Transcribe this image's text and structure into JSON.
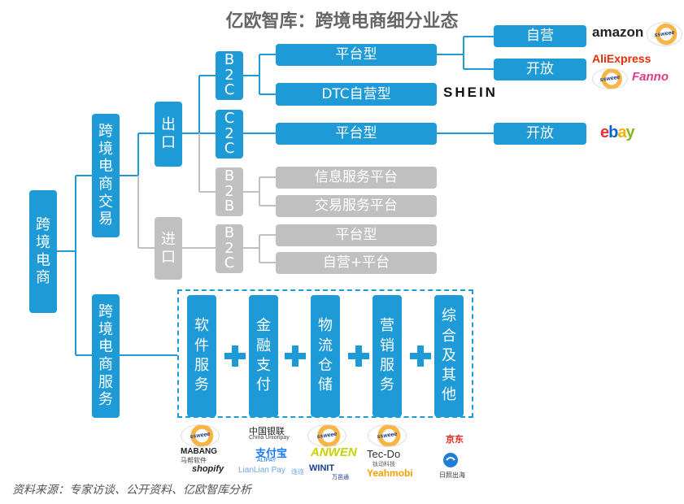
{
  "title": "亿欧智库：跨境电商细分业态",
  "root": "跨境电商",
  "trade": "跨境电商交易",
  "services": "跨境电商服务",
  "export": "出口",
  "import": "进口",
  "b2c": "B2C",
  "c2c": "C2C",
  "b2b": "B2B",
  "import_b2c": "B2C",
  "platform": "平台型",
  "dtc": "DTC自营型",
  "c2c_platform": "平台型",
  "info_platform": "信息服务平台",
  "trade_platform": "交易服务平台",
  "import_platform": "平台型",
  "self_plus_platform": "自营+平台",
  "self_operated": "自营",
  "open": "开放",
  "c2c_open": "开放",
  "service_items": [
    "软件服务",
    "金融支付",
    "物流仓储",
    "营销服务",
    "综合及其他"
  ],
  "brands": {
    "amazon": "amazon",
    "aliexpress": "AliExpress",
    "fanno": "Fanno",
    "shein": "SHEIN",
    "ebay_e": "e",
    "ebay_b": "b",
    "ebay_a": "a",
    "ebay_y": "y",
    "badge": "ssweee",
    "mabang": "MABANG",
    "mabang_sub": "马帮软件",
    "shopify": "shopify",
    "unionpay": "中国银联",
    "unionpay_sub": "China Unionpay",
    "alipay": "支付宝",
    "alipay_sub": "ALIPAY",
    "lianlian": "LianLian Pay",
    "lianlian_cn": "连连",
    "anwen": "ANWEN",
    "wint": "WINIT",
    "wint_cn": "万邑通",
    "tecdo": "Tec-Do",
    "tecdo_sub": "钛动科技",
    "yeahmobi": "Yeahmobi",
    "jd": "京东",
    "other": "日照出海"
  },
  "colors": {
    "blue": "#1e9ad6",
    "grey": "#c0c0c0",
    "title": "#666666"
  },
  "source": "资料来源：专家访谈、公开资料、亿欧智库分析"
}
